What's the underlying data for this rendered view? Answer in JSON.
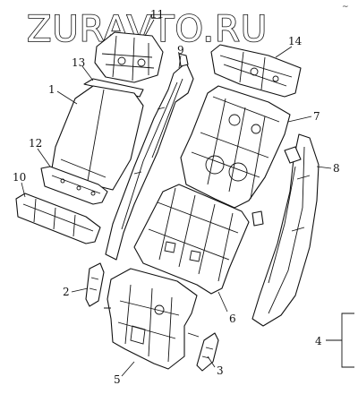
{
  "watermark": {
    "text": "ZURAVTO.RU",
    "corner_mark": "~"
  },
  "callouts": [
    {
      "id": "1",
      "label": "1"
    },
    {
      "id": "2",
      "label": "2"
    },
    {
      "id": "3",
      "label": "3"
    },
    {
      "id": "4",
      "label": "4"
    },
    {
      "id": "5",
      "label": "5"
    },
    {
      "id": "6",
      "label": "6"
    },
    {
      "id": "7",
      "label": "7"
    },
    {
      "id": "8",
      "label": "8"
    },
    {
      "id": "9",
      "label": "9"
    },
    {
      "id": "10",
      "label": "10"
    },
    {
      "id": "11",
      "label": "11"
    },
    {
      "id": "12",
      "label": "12"
    },
    {
      "id": "13",
      "label": "13"
    },
    {
      "id": "14",
      "label": "14"
    }
  ],
  "colors": {
    "line": "#111111",
    "background": "#ffffff"
  }
}
